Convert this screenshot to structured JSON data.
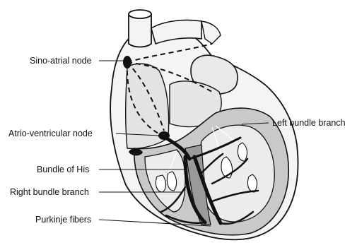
{
  "labels": {
    "sa_node": "Sino-atrial node",
    "av_node": "Atrio-ventricular node",
    "bundle_of_his": "Bundle of His",
    "right_bundle_branch": "Right bundle branch",
    "purkinje_fibers": "Purkinje fibers",
    "left_bundle_branch": "Left bundle branch"
  },
  "colors": {
    "outline": "#111111",
    "wall": "#cfcfcf",
    "chamber": "#e6e6e6",
    "septum": "#9a9a9a",
    "conduction": "#111111",
    "white": "#ffffff"
  }
}
